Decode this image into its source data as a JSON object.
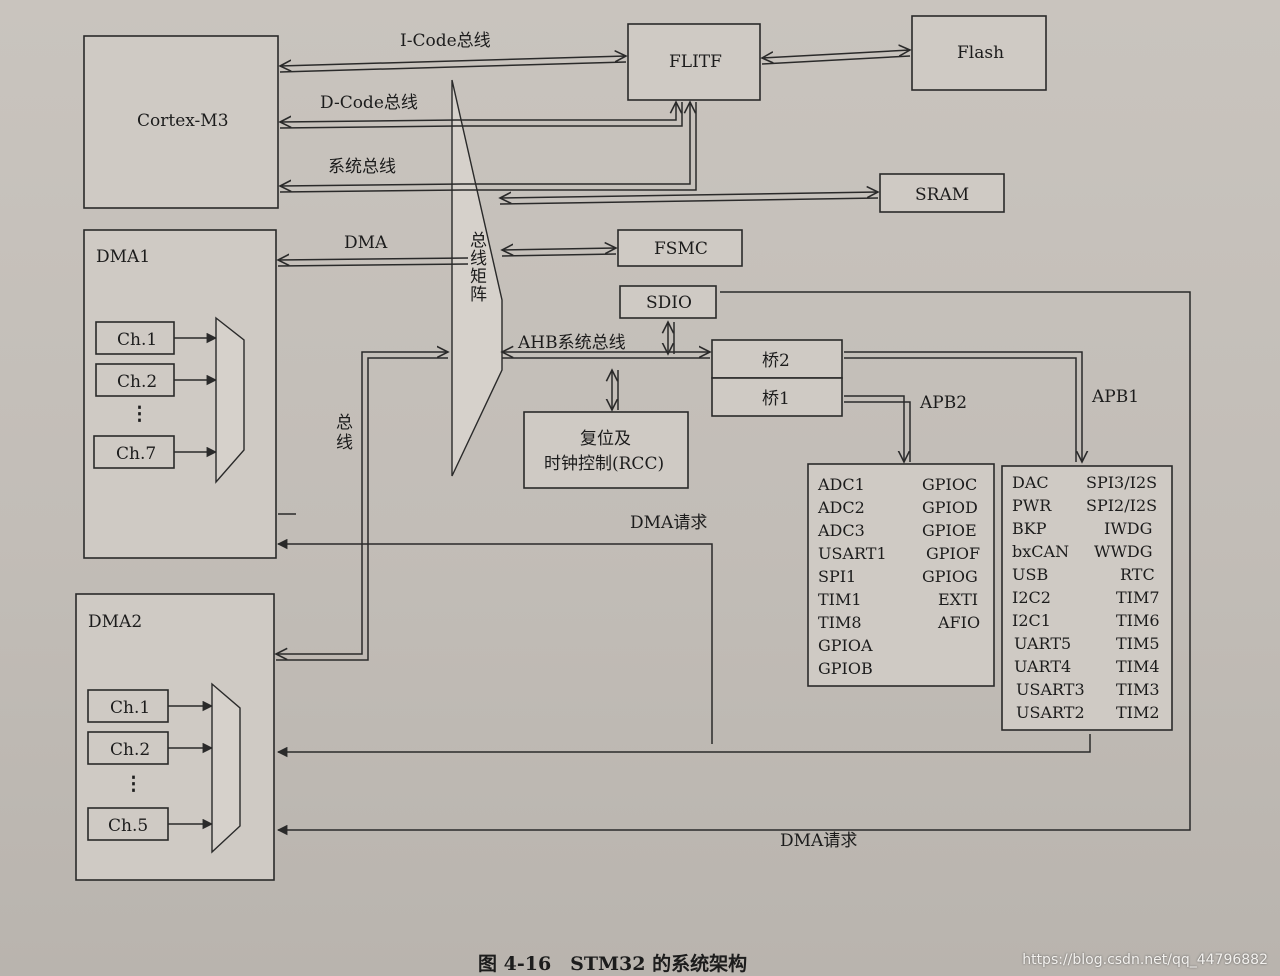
{
  "blocks": {
    "cortex": "Cortex-M3",
    "dma1": "DMA1",
    "dma2": "DMA2",
    "flitf": "FLITF",
    "flash": "Flash",
    "sram": "SRAM",
    "fsmc": "FSMC",
    "sdio": "SDIO",
    "bridge2": "桥2",
    "bridge1": "桥1",
    "rcc_line1": "复位及",
    "rcc_line2": "时钟控制(RCC)"
  },
  "buses": {
    "icode": "I-Code总线",
    "dcode": "D-Code总线",
    "system": "系统总线",
    "dma": "DMA",
    "matrix": [
      "总",
      "线",
      "矩",
      "阵"
    ],
    "ahb": "AHB系统总线",
    "bus_v": [
      "总",
      "线"
    ],
    "apb2": "APB2",
    "apb1": "APB1",
    "dma_req_1": "DMA请求",
    "dma_req_2": "DMA请求"
  },
  "dma1_channels": [
    "Ch.1",
    "Ch.2",
    "⋮",
    "Ch.7"
  ],
  "dma2_channels": [
    "Ch.1",
    "Ch.2",
    "⋮",
    "Ch.5"
  ],
  "apb2_left": [
    "ADC1",
    "ADC2",
    "ADC3",
    "USART1",
    "SPI1",
    "TIM1",
    "TIM8",
    "GPIOA",
    "GPIOB"
  ],
  "apb2_right": [
    "GPIOC",
    "GPIOD",
    "GPIOE",
    "GPIOF",
    "GPIOG",
    "EXTI",
    "AFIO"
  ],
  "apb1_left": [
    "DAC",
    "PWR",
    "BKP",
    "bxCAN",
    "USB",
    "I2C2",
    "I2C1",
    "UART5",
    "UART4",
    "USART3",
    "USART2"
  ],
  "apb1_right": [
    "SPI3/I2S",
    "SPI2/I2S",
    "IWDG",
    "WWDG",
    "RTC",
    "TIM7",
    "TIM6",
    "TIM5",
    "TIM4",
    "TIM3",
    "TIM2"
  ],
  "caption": "图 4-16　STM32 的系统架构",
  "watermark": "https://blog.csdn.net/qq_44796882"
}
